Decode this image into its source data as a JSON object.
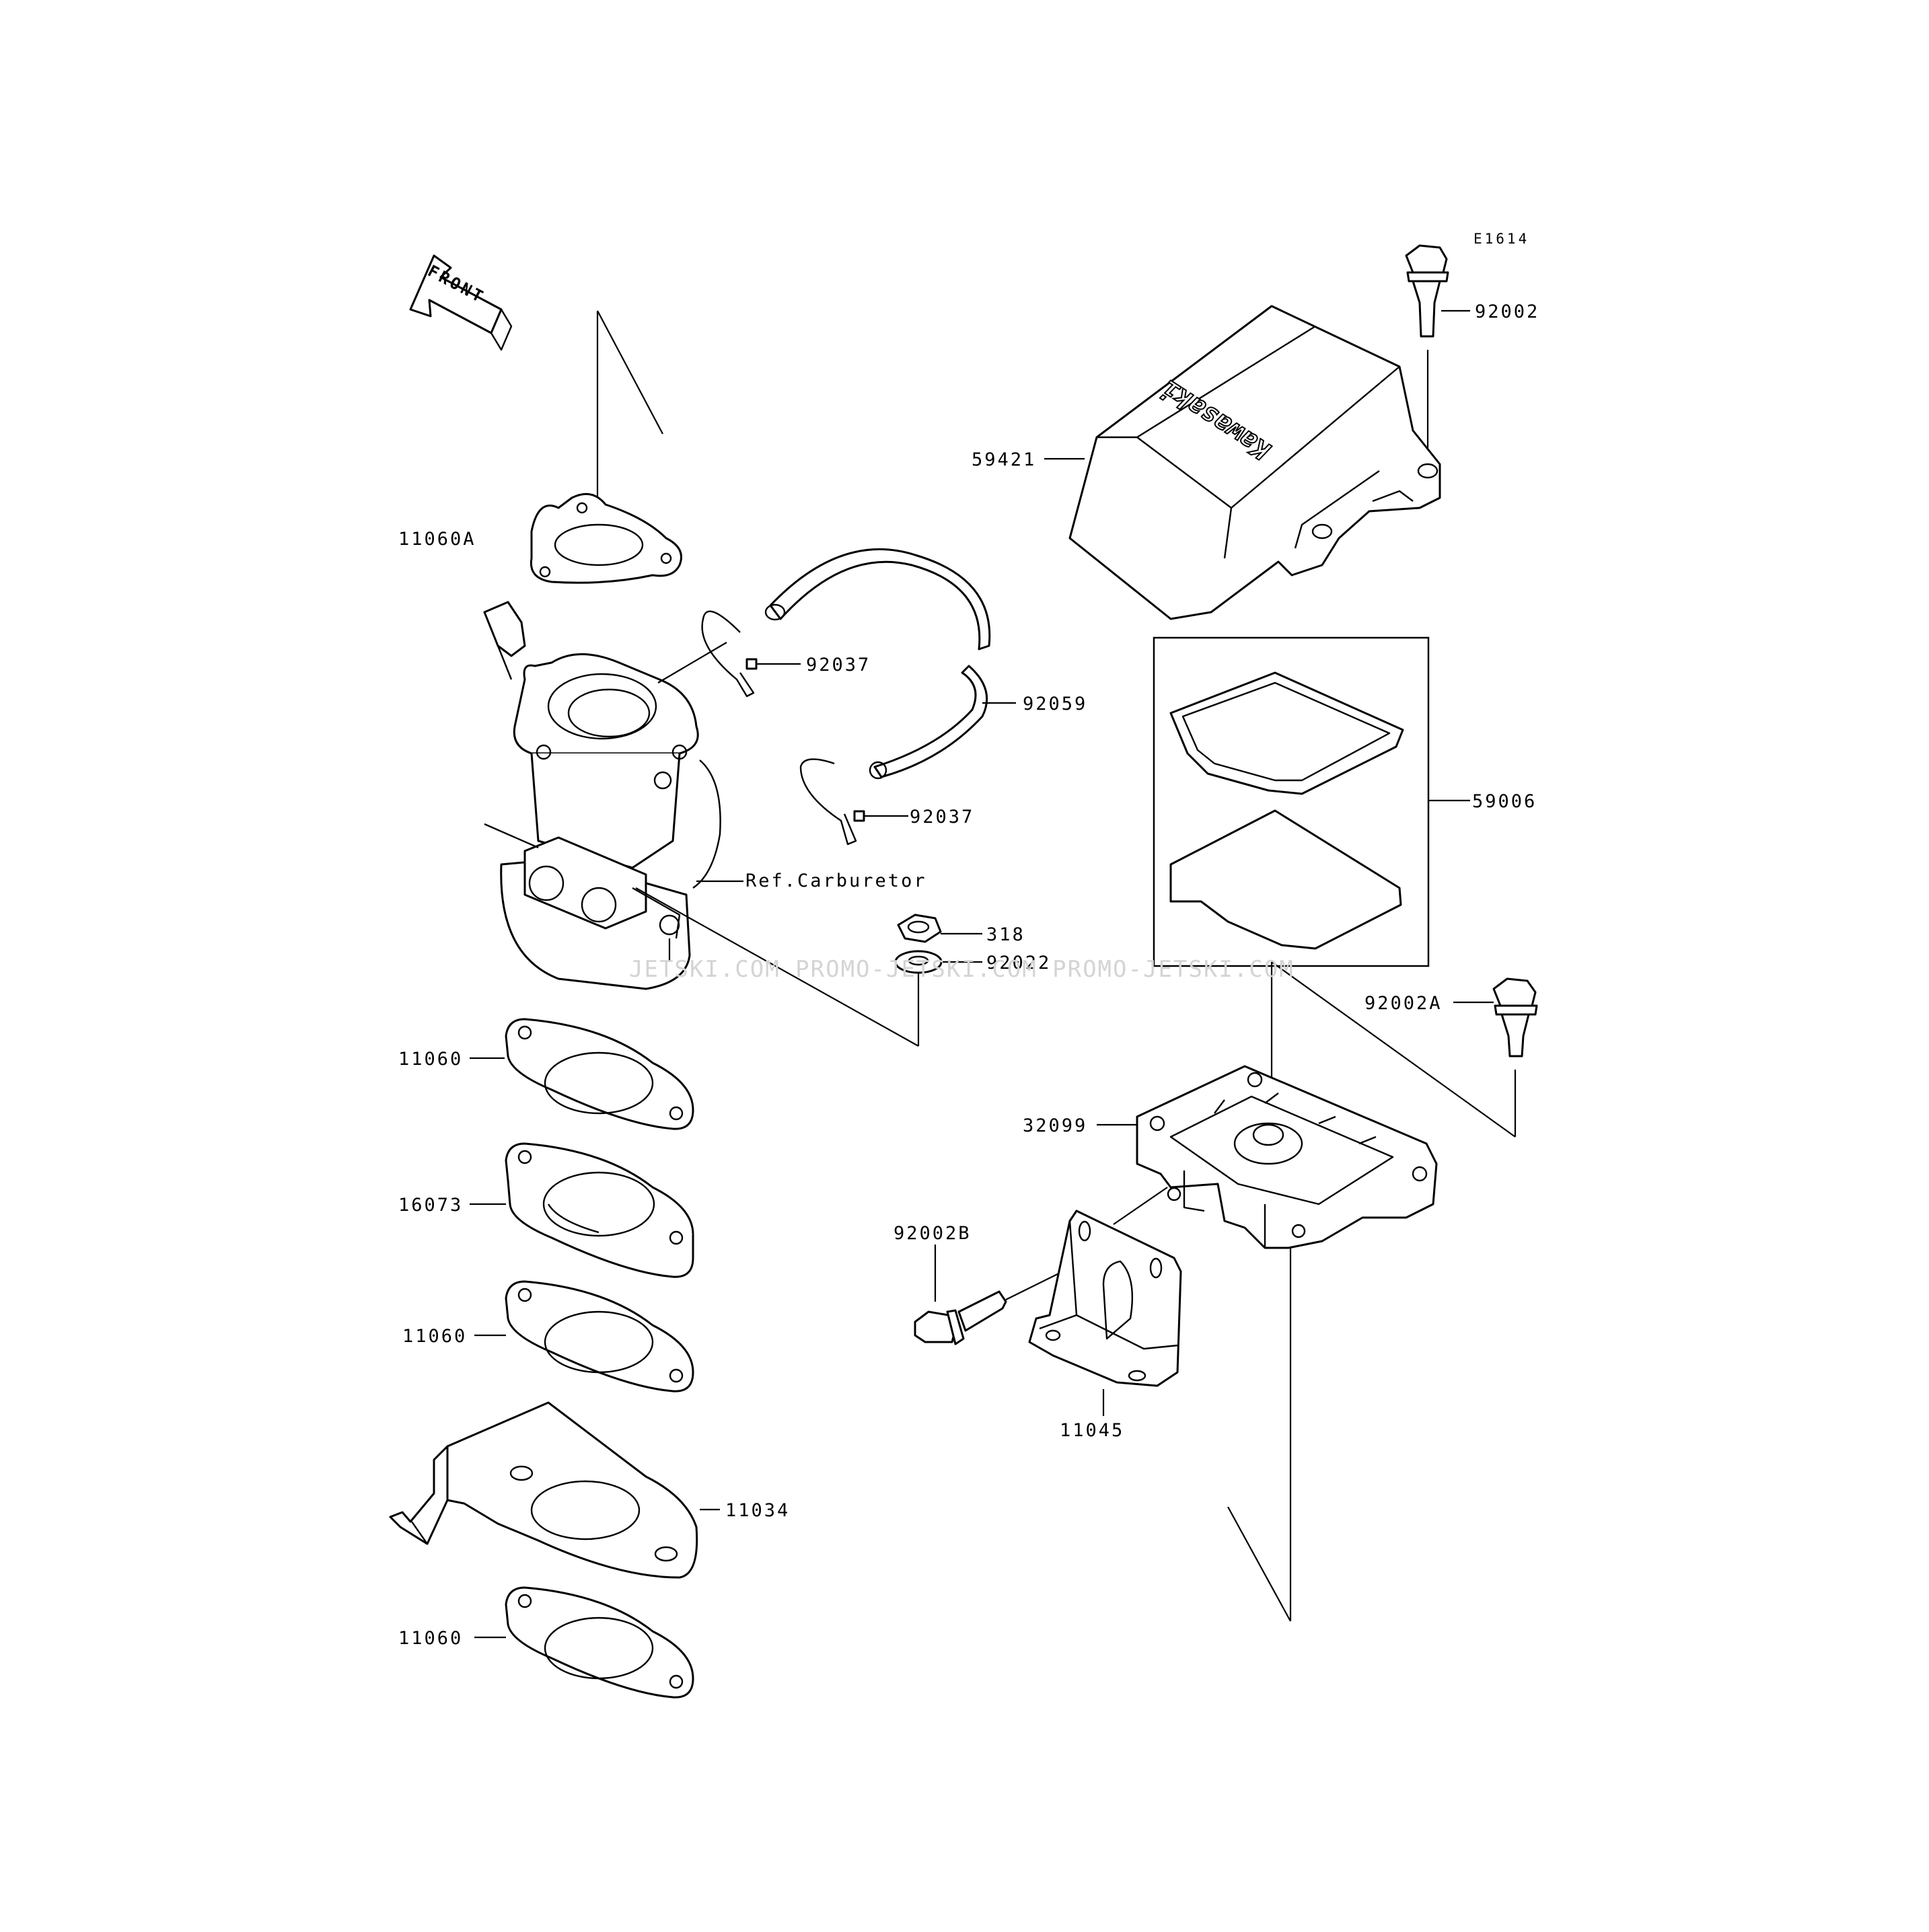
{
  "diagram": {
    "code": "E1614",
    "front_label": "FRONT",
    "cover_brand": "Kawasaki",
    "watermark": "JETSKI.COM  PROMO-JETSKI.COM  PROMO-JETSKI.COM",
    "labels": {
      "p92002": "92002",
      "p59421": "59421",
      "p11060A": "11060A",
      "p92037a": "92037",
      "p92059": "92059",
      "p59006": "59006",
      "p92037b": "92037",
      "ref_carb": "Ref.Carburetor",
      "p318": "318",
      "p92022": "92022",
      "p92002A": "92002A",
      "p11060a": "11060",
      "p32099": "32099",
      "p16073": "16073",
      "p92002B": "92002B",
      "p11060b": "11060",
      "p11045": "11045",
      "p11034": "11034",
      "p11060c": "11060"
    }
  }
}
